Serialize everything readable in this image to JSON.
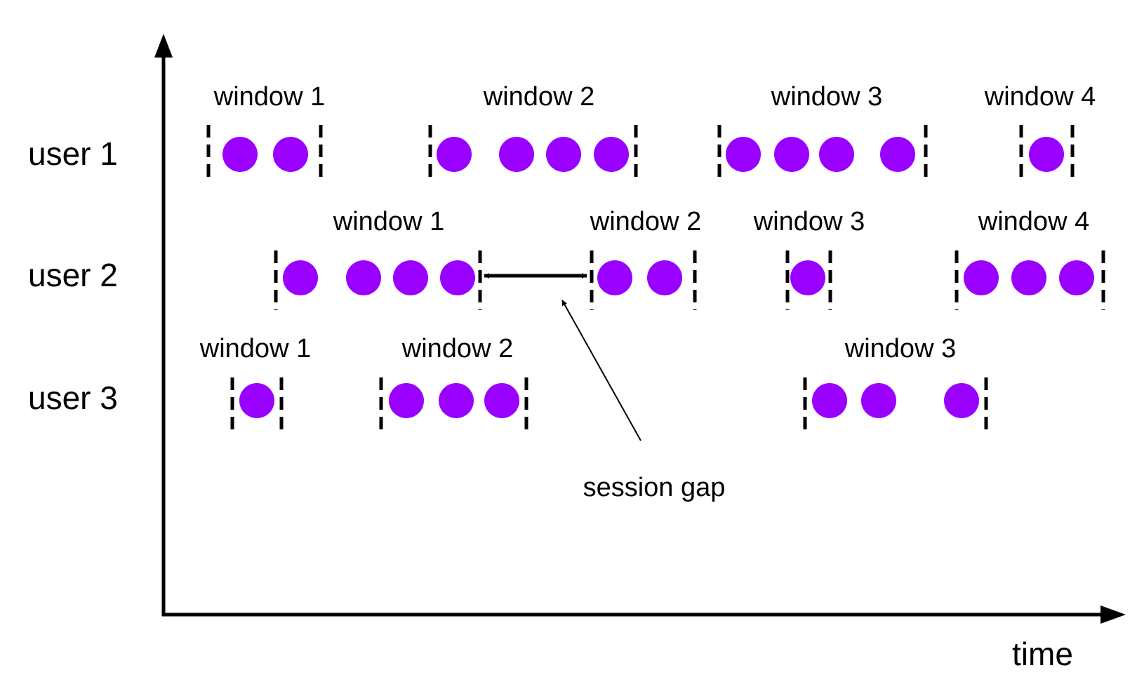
{
  "axes": {
    "x_label": "time"
  },
  "colors": {
    "event": "#9900ff",
    "line": "#000000"
  },
  "rows": [
    {
      "user": "user 1",
      "windows": [
        {
          "label": "window 1",
          "events": 2
        },
        {
          "label": "window 2",
          "events": 4
        },
        {
          "label": "window 3",
          "events": 4
        },
        {
          "label": "window 4",
          "events": 1
        }
      ]
    },
    {
      "user": "user 2",
      "windows": [
        {
          "label": "window 1",
          "events": 4
        },
        {
          "label": "window 2",
          "events": 2
        },
        {
          "label": "window 3",
          "events": 1
        },
        {
          "label": "window 4",
          "events": 3
        }
      ]
    },
    {
      "user": "user 3",
      "windows": [
        {
          "label": "window 1",
          "events": 1
        },
        {
          "label": "window 2",
          "events": 3
        },
        {
          "label": "window 3",
          "events": 3
        }
      ]
    }
  ],
  "annotation": {
    "label": "session gap"
  }
}
